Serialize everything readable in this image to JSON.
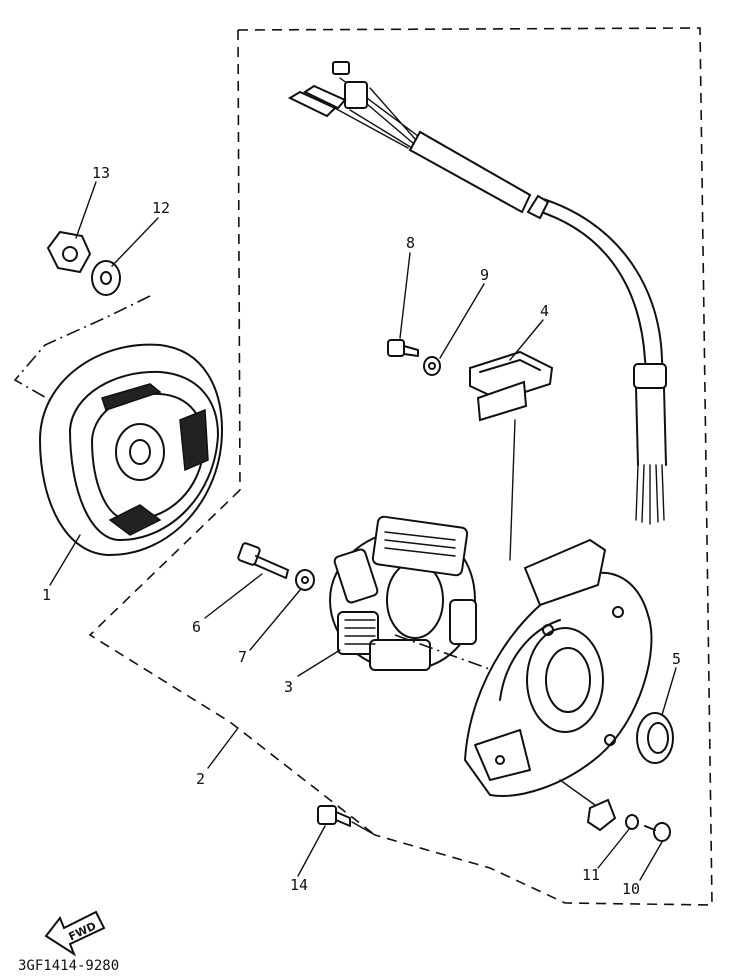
{
  "diagram": {
    "part_labels": [
      "1",
      "2",
      "3",
      "4",
      "5",
      "6",
      "7",
      "8",
      "9",
      "10",
      "11",
      "12",
      "13",
      "14"
    ],
    "direction_badge": "FWD",
    "drawing_code": "3GF1414-9280"
  }
}
